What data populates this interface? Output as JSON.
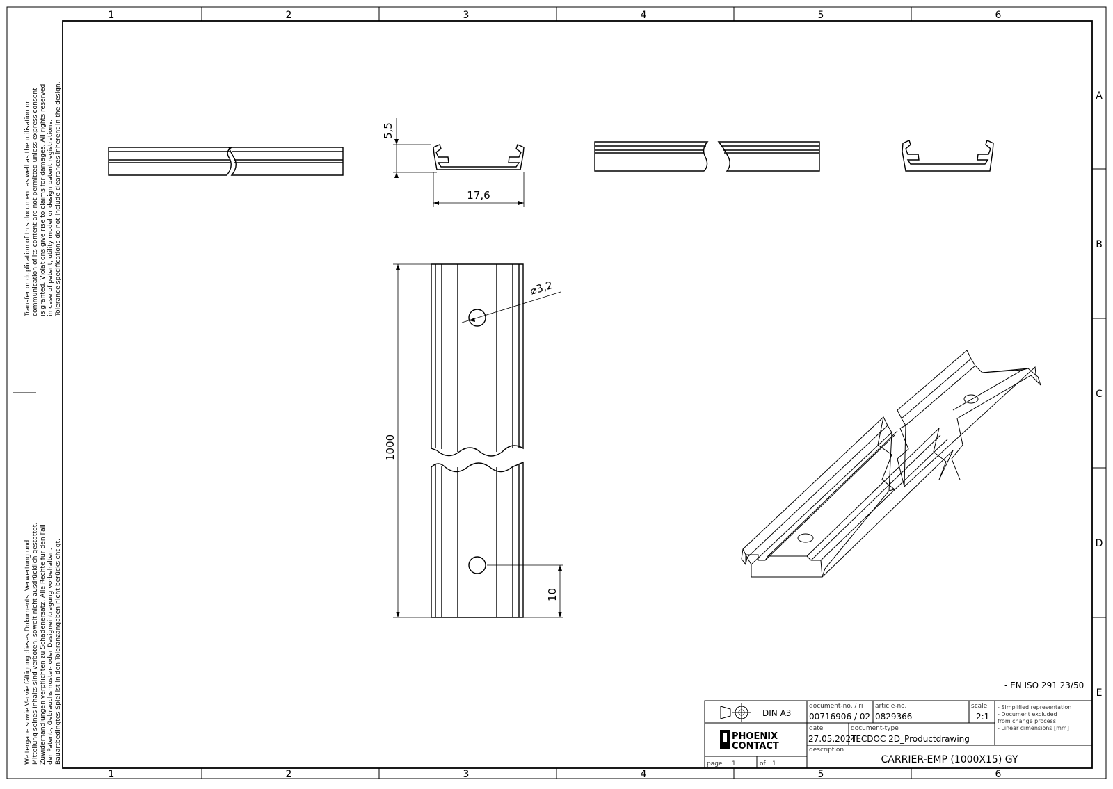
{
  "frame": {
    "columns": [
      "1",
      "2",
      "3",
      "4",
      "5",
      "6"
    ],
    "rows": [
      "A",
      "B",
      "C",
      "D",
      "E"
    ]
  },
  "side_notice": {
    "english": [
      "Transfer or duplication of this document as well as the utilisation or",
      "communication of its content are not permitted unless express consent",
      "is granted. Violations give rise to claims for damages. All rights reserved",
      "in case of patent, utility model or design patent registrations.",
      "Tolerance specifications do not include clearances inherent in the design."
    ],
    "german": [
      "Weitergabe sowie Vervielfältigung dieses Dokuments, Verwertung und",
      "Mitteilung seines Inhalts sind verboten, soweit nicht ausdrücklich gestattet.",
      "Zuwiderhandlungen verpflichten zu Schadenersatz. Alle Rechte für den Fall",
      "der Patent-, Gebrauchsmuster- oder Designeintragung vorbehalten.",
      "Bauartbedingtes Spiel ist in den Toleranzangaben nicht berücksichtigt."
    ]
  },
  "dimensions": {
    "height": "5,5",
    "width": "17,6",
    "length": "1000",
    "hole": "⌀3,2",
    "offset": "10"
  },
  "standard_note": "- EN ISO 291 23/50",
  "title_block": {
    "format": "DIN A3",
    "doc_no_label": "document-no. / ri",
    "doc_no": "00716906",
    "revision": "/ 02",
    "article_label": "article-no.",
    "article_no": "0829366",
    "scale_label": "scale",
    "scale": "2:1",
    "notes": [
      "- Simplified representation",
      "- Document excluded",
      "  from change process",
      "- Linear dimensions [mm]"
    ],
    "date_label": "date",
    "date": "27.05.2024",
    "doctype_label": "document-type",
    "doctype": "TECDOC 2D_Productdrawing",
    "description_label": "description",
    "description": "CARRIER-EMP (1000X15) GY",
    "logo_line1": "PHOENIX",
    "logo_line2": "CONTACT",
    "page_label": "page",
    "page": "1",
    "of_label": "of",
    "of": "1"
  }
}
